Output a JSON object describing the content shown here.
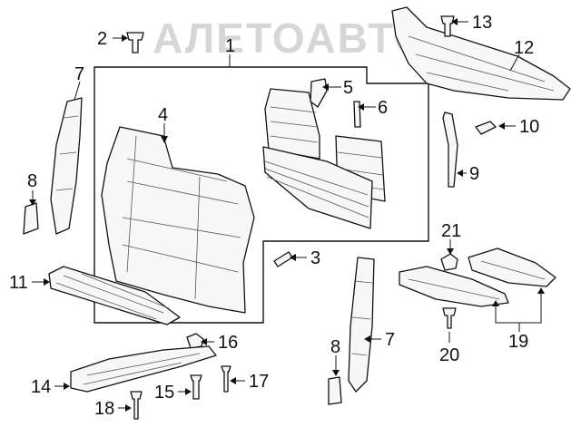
{
  "watermark": "АЛЕТОАВТО",
  "colors": {
    "line": "#111111",
    "part_fill": "#f7f7f7",
    "watermark": "#d6d6d6"
  },
  "callouts": {
    "c1": "1",
    "c2": "2",
    "c3": "3",
    "c4": "4",
    "c5": "5",
    "c6": "6",
    "c7a": "7",
    "c7b": "7",
    "c8a": "8",
    "c8b": "8",
    "c9": "9",
    "c10": "10",
    "c11": "11",
    "c12": "12",
    "c13": "13",
    "c14": "14",
    "c15": "15",
    "c16": "16",
    "c17": "17",
    "c18": "18",
    "c19": "19",
    "c20": "20",
    "c21": "21"
  }
}
